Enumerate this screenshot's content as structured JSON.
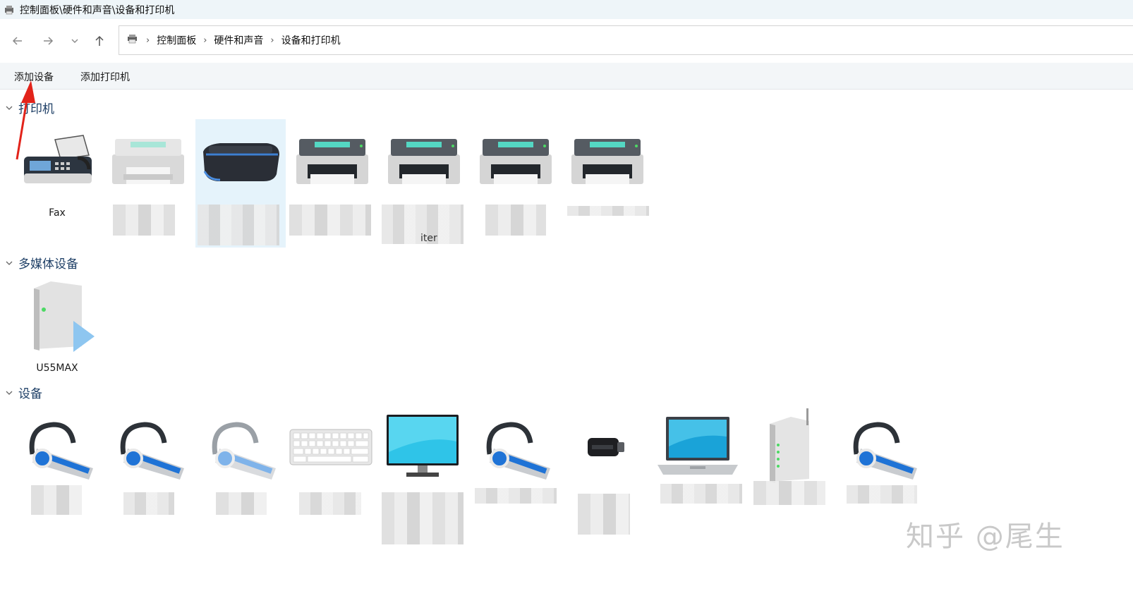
{
  "window": {
    "title": "控制面板\\硬件和声音\\设备和打印机"
  },
  "nav": {
    "breadcrumbs": [
      "控制面板",
      "硬件和声音",
      "设备和打印机"
    ]
  },
  "toolbar": {
    "add_device_label": "添加设备",
    "add_printer_label": "添加打印机"
  },
  "groups": {
    "printers": {
      "title": "打印机",
      "items": [
        {
          "label": "Fax"
        },
        {
          "label": ""
        },
        {
          "label": ""
        },
        {
          "label": ""
        },
        {
          "label": ""
        },
        {
          "label": ""
        },
        {
          "label": ""
        }
      ],
      "fragment": "iter"
    },
    "multimedia": {
      "title": "多媒体设备",
      "items": [
        {
          "label": "U55MAX"
        }
      ]
    },
    "devices": {
      "title": "设备",
      "items": [
        {
          "label": ""
        },
        {
          "label": ""
        },
        {
          "label": ""
        },
        {
          "label": ""
        },
        {
          "label": ""
        },
        {
          "label": ""
        },
        {
          "label": ""
        },
        {
          "label": ""
        },
        {
          "label": ""
        },
        {
          "label": ""
        }
      ]
    }
  },
  "watermark": "知乎 @尾生",
  "colors": {
    "accent": "#1e3f66",
    "annotation": "#e2231a",
    "selection": "#e5f3fb"
  }
}
